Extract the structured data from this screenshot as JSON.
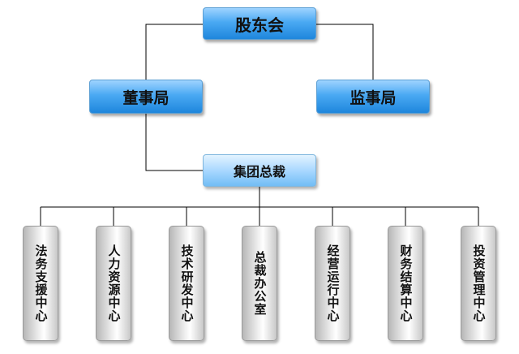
{
  "org": {
    "top": "股东会",
    "board": "董事局",
    "supervisory": "监事局",
    "president": "集团总裁",
    "centers": [
      "法务支援中心",
      "人力资源中心",
      "技术研发中心",
      "总裁办公室",
      "经营运行中心",
      "财务结算中心",
      "投资管理中心"
    ]
  },
  "colors": {
    "primary_box": "#2d91e6",
    "secondary_box": "#a9d8ff",
    "center_box": "#d9d9d9",
    "connector": "#000000"
  }
}
